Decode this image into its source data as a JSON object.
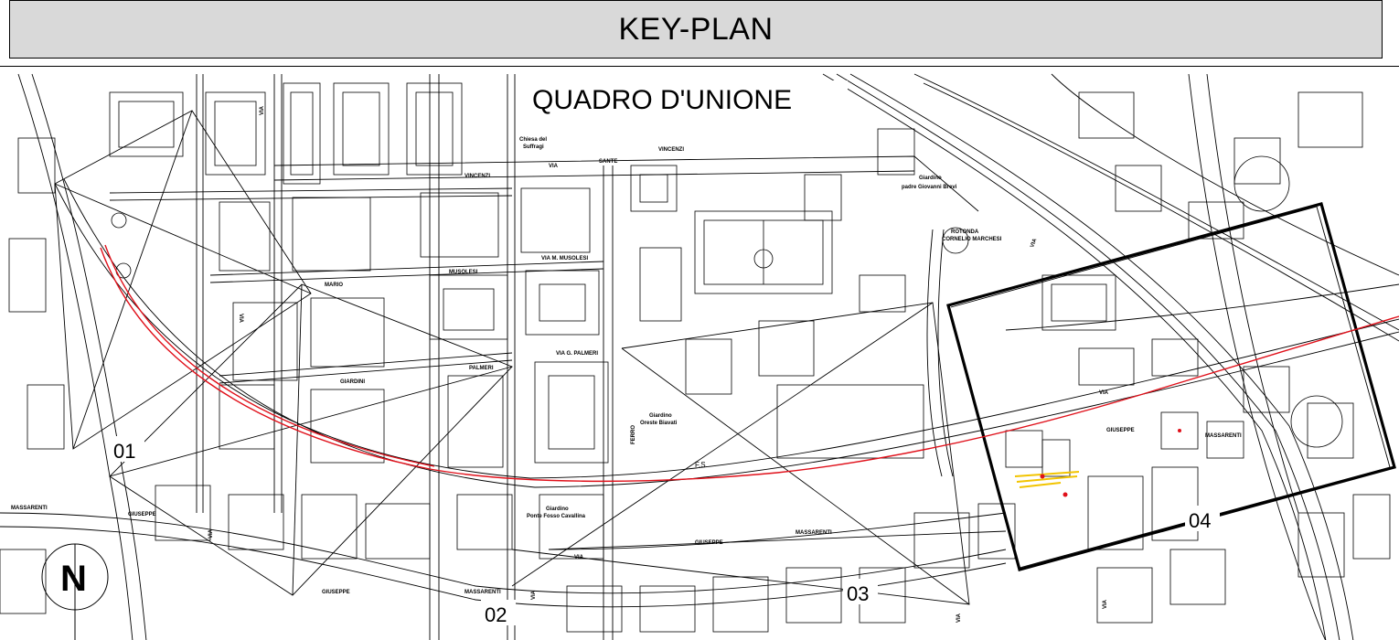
{
  "header": {
    "title": "KEY-PLAN"
  },
  "map": {
    "title": "QUADRO D'UNIONE",
    "north_arrow": "N",
    "sheets": [
      "01",
      "02",
      "03",
      "04"
    ],
    "places": {
      "chiesa": [
        "Chiesa del",
        "Suffragi"
      ],
      "giardino_brevi": [
        "Giardino",
        "padre Giovanni Brevi"
      ],
      "rotonda": [
        "ROTONDA",
        "CORNELIO MARCHESI"
      ],
      "giardino_biavati": [
        "Giardino",
        "Oreste Biavati"
      ],
      "giardino_cavallina": [
        "Giardino",
        "Ponte Fosso Cavallina"
      ]
    },
    "streets": {
      "via1": "VIA",
      "sante": "SANTE",
      "vincenzi1": "VINCENZI",
      "vincenzi2": "VINCENZI",
      "via2": "VIA",
      "musolesi1": "MUSOLESI",
      "musolesi2": "VIA M. MUSOLESI",
      "palmeri1": "VIA G. PALMERI",
      "palmeri2": "PALMERI",
      "giardini": "GIARDINI",
      "mario": "MARIO",
      "fs": "F.S.",
      "giuseppe1": "GIUSEPPE",
      "massarenti1": "MASSARENTI",
      "giuseppe2": "GIUSEPPE",
      "massarenti2": "MASSARENTI",
      "massarenti3": "MASSARENTI",
      "giuseppe3": "GIUSEPPE",
      "massarenti4": "MASSARENTI",
      "giuseppe4": "GIUSEPPE",
      "ferro": "FERRO",
      "via3": "VIA",
      "via4": "VIA",
      "via5": "VIA",
      "via6": "VIA",
      "via7": "VIA",
      "via8": "VIA",
      "via9": "VIA",
      "via10": "VIA"
    },
    "colors": {
      "line": "#000000",
      "route": "#e0101a",
      "highlight": "#f2c400",
      "header_bg": "#d9d9d9"
    }
  }
}
